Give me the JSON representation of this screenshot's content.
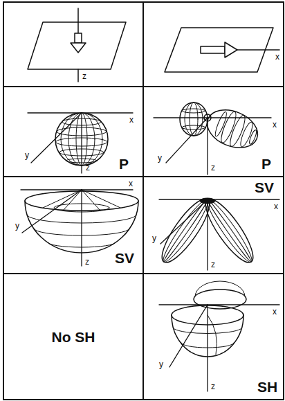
{
  "diagram": {
    "labels": [
      "z",
      "x",
      "x",
      "y",
      "z",
      "P",
      "x",
      "y",
      "z",
      "P",
      "x",
      "y",
      "z",
      "SV",
      "SV",
      "x",
      "y",
      "z",
      "No SH",
      "x",
      "y",
      "z",
      "SH"
    ]
  }
}
